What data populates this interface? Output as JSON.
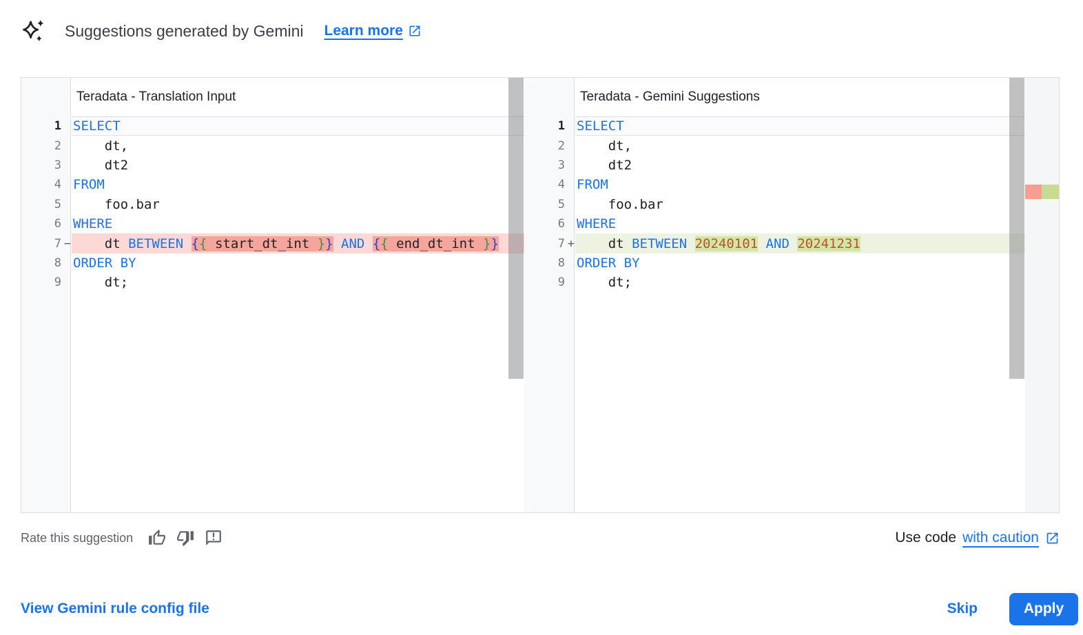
{
  "header": {
    "title": "Suggestions generated by Gemini",
    "learn_more_label": "Learn more"
  },
  "editors": [
    {
      "side": "left",
      "title": "Teradata - Translation Input",
      "lines": [
        {
          "num": "1",
          "current": true,
          "tokens": [
            {
              "t": "SELECT",
              "c": "kw"
            }
          ]
        },
        {
          "num": "2",
          "tokens": [
            {
              "t": "    dt,",
              "c": "pl"
            }
          ]
        },
        {
          "num": "3",
          "tokens": [
            {
              "t": "    dt2",
              "c": "pl"
            }
          ]
        },
        {
          "num": "4",
          "tokens": [
            {
              "t": "FROM",
              "c": "kw"
            }
          ]
        },
        {
          "num": "5",
          "tokens": [
            {
              "t": "    foo.bar",
              "c": "pl"
            }
          ]
        },
        {
          "num": "6",
          "tokens": [
            {
              "t": "WHERE",
              "c": "kw"
            }
          ]
        },
        {
          "num": "7",
          "sign": "−",
          "diff": "removed",
          "tokens": [
            {
              "t": "    dt ",
              "c": "pl"
            },
            {
              "t": "BETWEEN",
              "c": "kw"
            },
            {
              "t": " ",
              "c": "pl"
            },
            {
              "t": "{",
              "c": "bo",
              "hl": true
            },
            {
              "t": "{",
              "c": "bi",
              "hl": true
            },
            {
              "t": " start_dt_int ",
              "c": "pl",
              "hl": true
            },
            {
              "t": "}",
              "c": "bi",
              "hl": true
            },
            {
              "t": "}",
              "c": "bo",
              "hl": true
            },
            {
              "t": " ",
              "c": "pl"
            },
            {
              "t": "AND",
              "c": "kw"
            },
            {
              "t": " ",
              "c": "pl"
            },
            {
              "t": "{",
              "c": "bo",
              "hl": true
            },
            {
              "t": "{",
              "c": "bi",
              "hl": true
            },
            {
              "t": " end_dt_int ",
              "c": "pl",
              "hl": true
            },
            {
              "t": "}",
              "c": "bi",
              "hl": true
            },
            {
              "t": "}",
              "c": "bo",
              "hl": true
            }
          ]
        },
        {
          "num": "8",
          "tokens": [
            {
              "t": "ORDER BY",
              "c": "kw"
            }
          ]
        },
        {
          "num": "9",
          "tokens": [
            {
              "t": "    dt;",
              "c": "pl"
            }
          ]
        }
      ]
    },
    {
      "side": "right",
      "title": "Teradata - Gemini Suggestions",
      "lines": [
        {
          "num": "1",
          "current": true,
          "tokens": [
            {
              "t": "SELECT",
              "c": "kw"
            }
          ]
        },
        {
          "num": "2",
          "tokens": [
            {
              "t": "    dt,",
              "c": "pl"
            }
          ]
        },
        {
          "num": "3",
          "tokens": [
            {
              "t": "    dt2",
              "c": "pl"
            }
          ]
        },
        {
          "num": "4",
          "tokens": [
            {
              "t": "FROM",
              "c": "kw"
            }
          ]
        },
        {
          "num": "5",
          "tokens": [
            {
              "t": "    foo.bar",
              "c": "pl"
            }
          ]
        },
        {
          "num": "6",
          "tokens": [
            {
              "t": "WHERE",
              "c": "kw"
            }
          ]
        },
        {
          "num": "7",
          "sign": "+",
          "diff": "added",
          "tokens": [
            {
              "t": "    dt ",
              "c": "pl"
            },
            {
              "t": "BETWEEN",
              "c": "kw"
            },
            {
              "t": " ",
              "c": "pl"
            },
            {
              "t": "20240101",
              "c": "num",
              "hl": true
            },
            {
              "t": " ",
              "c": "pl"
            },
            {
              "t": "AND",
              "c": "kw"
            },
            {
              "t": " ",
              "c": "pl"
            },
            {
              "t": "20241231",
              "c": "num",
              "hl": true
            }
          ]
        },
        {
          "num": "8",
          "tokens": [
            {
              "t": "ORDER BY",
              "c": "kw"
            }
          ]
        },
        {
          "num": "9",
          "tokens": [
            {
              "t": "    dt;",
              "c": "pl"
            }
          ]
        }
      ]
    }
  ],
  "footer": {
    "rate_label": "Rate this suggestion",
    "use_code_prefix": "Use code",
    "use_code_link": "with caution"
  },
  "actions": {
    "view_config_label": "View Gemini rule config file",
    "skip_label": "Skip",
    "apply_label": "Apply"
  },
  "colors": {
    "accent_blue": "#1a73e8",
    "keyword": "#1a73e8",
    "number_literal": "#b3581e",
    "brace_outer": "#2b3bd4",
    "brace_inner": "#3f8f44",
    "removed_line_bg": "#fcd9d4",
    "removed_word_bg": "#f5a69c",
    "added_line_bg": "#eef3e1",
    "added_word_bg": "#d6e4ab",
    "ruler_marker_red": "#f89d92",
    "ruler_marker_green": "#c6dc90",
    "gutter_bg": "#f8f9fa",
    "card_border": "#dadce0",
    "muted_text": "#5f6368"
  }
}
